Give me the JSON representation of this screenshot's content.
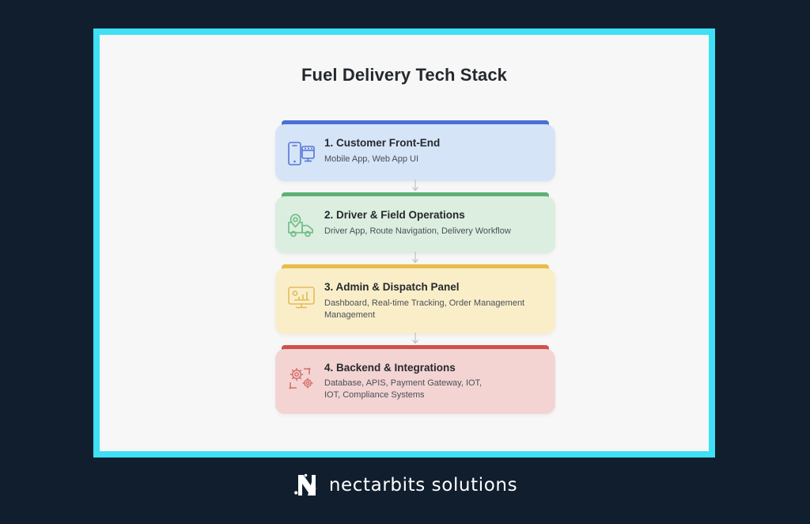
{
  "theme": {
    "background": "#111e2e",
    "frame_border": "#3ee0f5",
    "canvas": "#f7f7f7",
    "title_color": "#25292e"
  },
  "header": {
    "title": "Fuel Delivery Tech Stack"
  },
  "stack": {
    "steps": [
      {
        "id": "customer-front-end",
        "title": "1. Customer Front-End",
        "subtitle": "Mobile App, Web App UI",
        "icon": "mobile-web-icon",
        "accent_color": "#4b6fd8",
        "card_color": "#d6e4f7"
      },
      {
        "id": "driver-field-operations",
        "title": "2. Driver & Field Operations",
        "subtitle": "Driver App, Route Navigation, Delivery Workflow",
        "icon": "delivery-truck-icon",
        "accent_color": "#5cb176",
        "card_color": "#dbeedf"
      },
      {
        "id": "admin-dispatch-panel",
        "title": "3. Admin & Dispatch Panel",
        "subtitle": "Dashboard, Real-time Tracking, Order Management\nManagement",
        "icon": "dashboard-monitor-icon",
        "accent_color": "#e9bc4a",
        "card_color": "#faeec9"
      },
      {
        "id": "backend-integrations",
        "title": "4. Backend & Integrations",
        "subtitle": "Database, APIS, Payment Gateway, IOT,\nIOT, Compliance Systems",
        "icon": "gears-integration-icon",
        "accent_color": "#d0514f",
        "card_color": "#f3d4d3"
      }
    ]
  },
  "footer": {
    "logo": "nectarbits-monogram-icon",
    "brand": "nectarbits solutions"
  }
}
